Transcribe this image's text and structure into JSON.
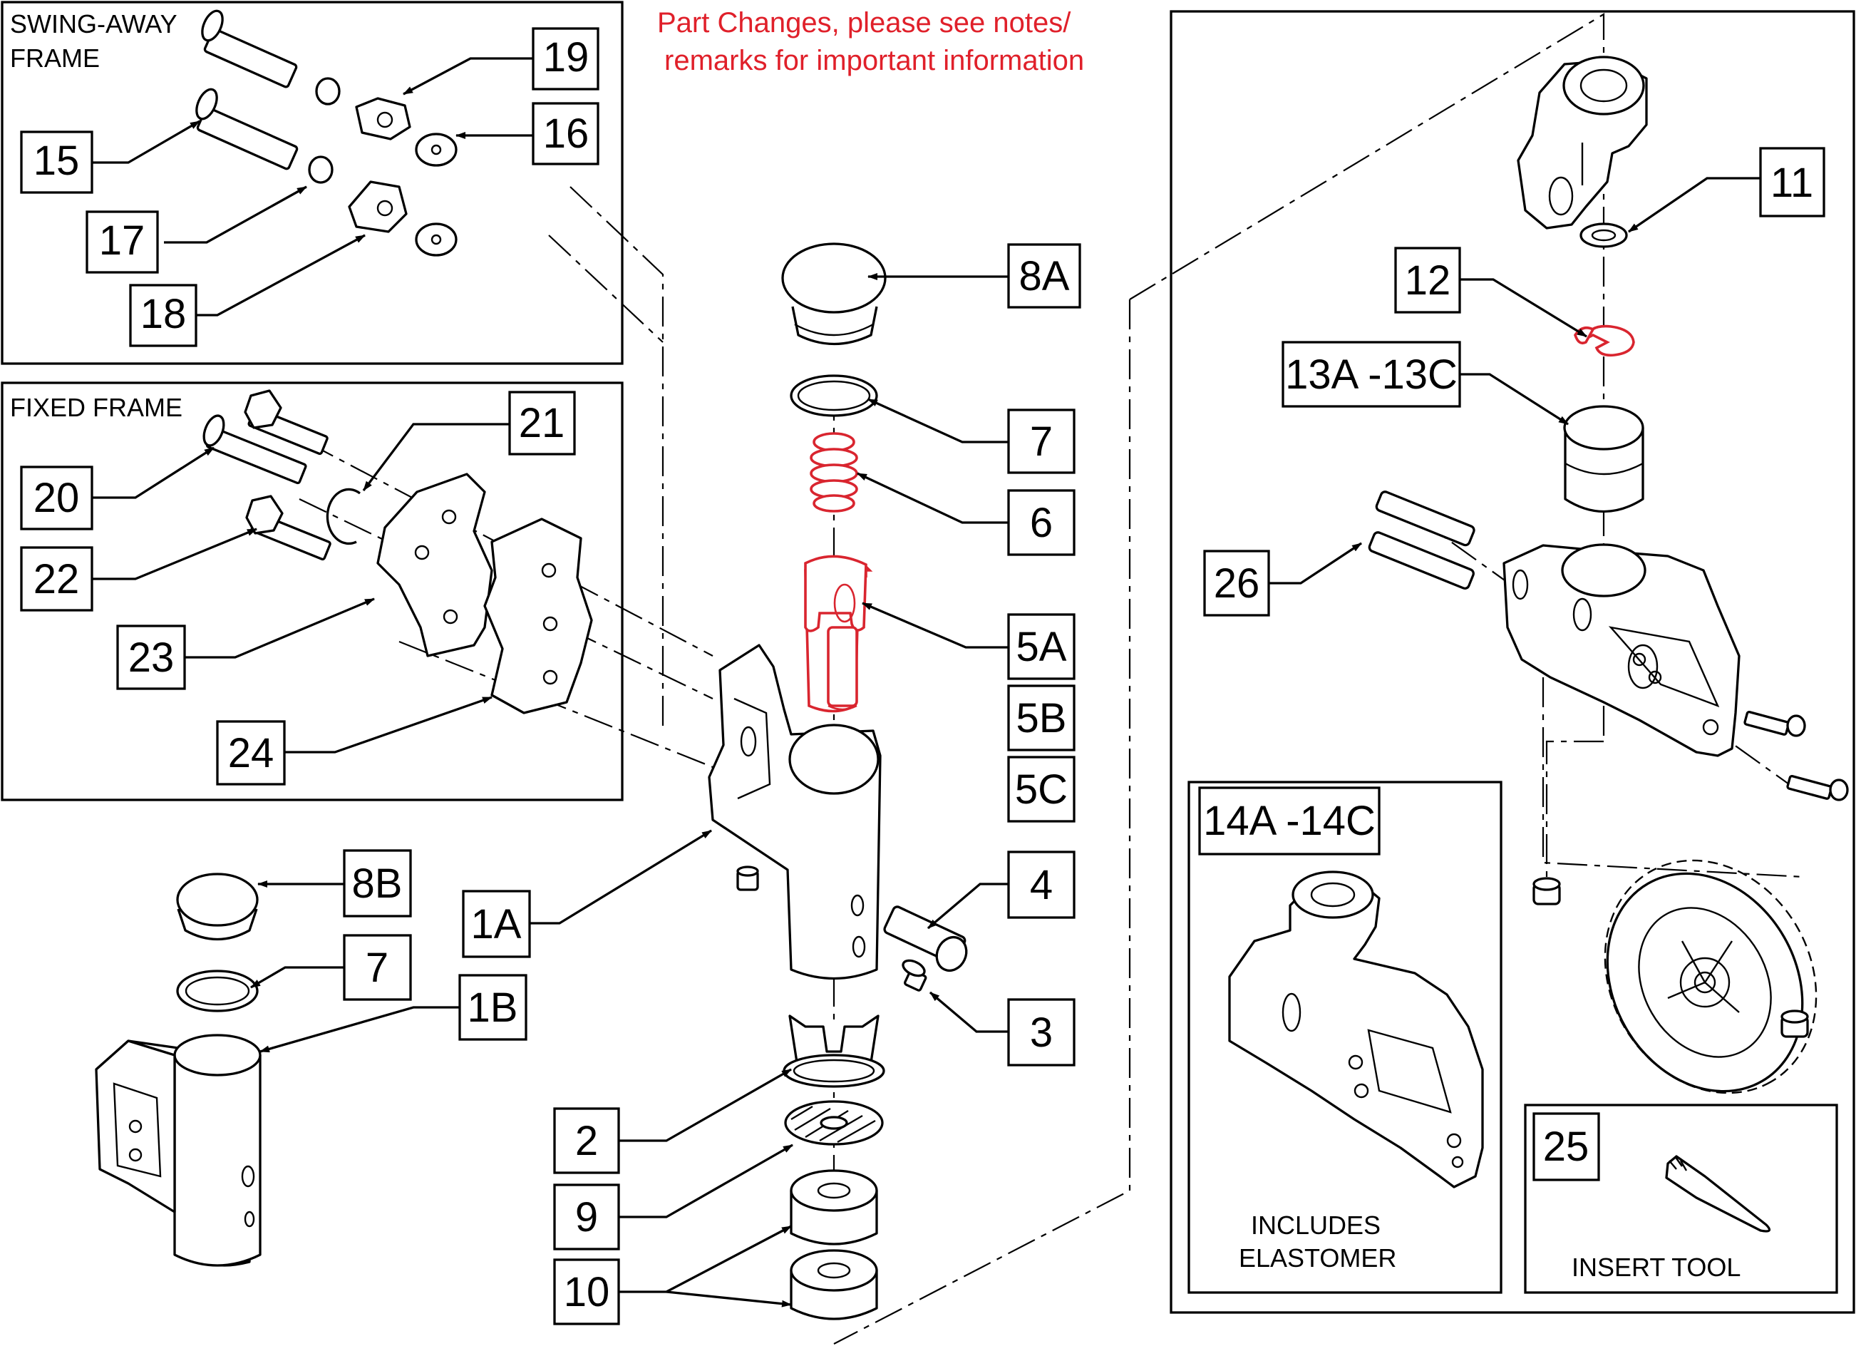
{
  "notice": {
    "line1": "Part Changes, please see notes/",
    "line2": "remarks for important information",
    "color": "#e0202a"
  },
  "highlight_color": "#d9252f",
  "panels": {
    "swing_away": {
      "line1": "SWING-AWAY",
      "line2": "FRAME"
    },
    "fixed": {
      "label": "FIXED FRAME"
    },
    "insert_tool": {
      "label": "INSERT TOOL"
    },
    "elastomer": {
      "line1": "INCLUDES",
      "line2": "ELASTOMER"
    }
  },
  "callouts": {
    "c19": "19",
    "c15": "15",
    "c16": "16",
    "c17": "17",
    "c18": "18",
    "c21": "21",
    "c20": "20",
    "c22": "22",
    "c23": "23",
    "c24": "24",
    "c8a": "8A",
    "c7a": "7",
    "c6": "6",
    "c5a": "5A",
    "c5b": "5B",
    "c5c": "5C",
    "c4": "4",
    "c3": "3",
    "c1a": "1A",
    "c8b": "8B",
    "c7b": "7",
    "c1b": "1B",
    "c2": "2",
    "c9": "9",
    "c10": "10",
    "c11": "11",
    "c12": "12",
    "c13": "13A -13C",
    "c26": "26",
    "c14": "14A -14C",
    "c25": "25"
  }
}
